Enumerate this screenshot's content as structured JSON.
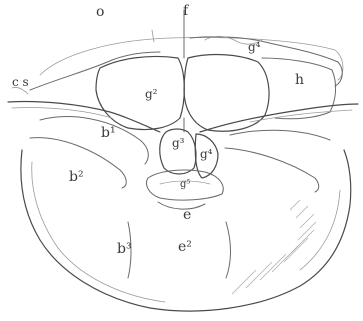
{
  "labels": {
    "o": "o",
    "f": "f",
    "g4_top": "g⁴",
    "h": "h",
    "cs": "c s",
    "g2": "g²",
    "b1": "b¹",
    "g3": "g³",
    "g4_mid": "g⁴",
    "b2": "b²",
    "g5": "g⁵",
    "e": "e",
    "b3": "b³",
    "e2": "e²"
  }
}
